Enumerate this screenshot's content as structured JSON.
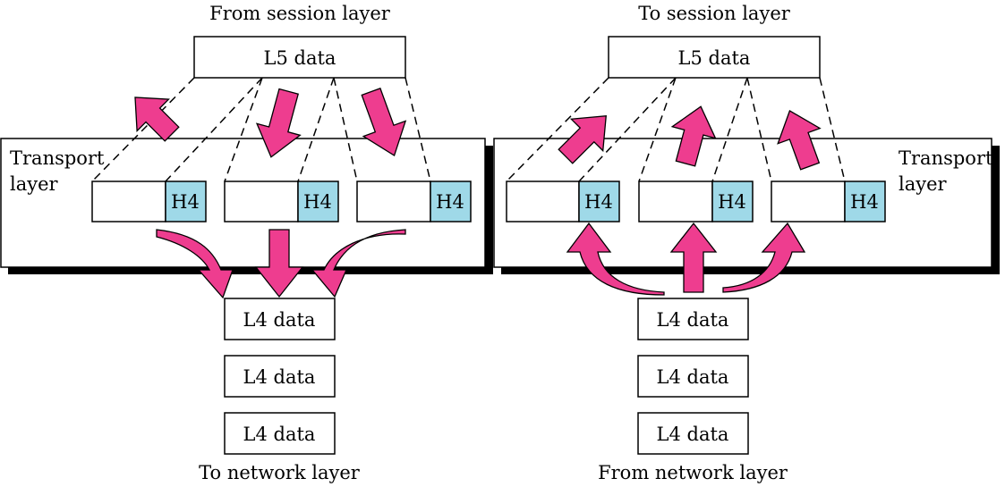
{
  "sender": {
    "top_label": "From session layer",
    "bottom_label": "To network layer",
    "l5_box": "L5 data",
    "layer_label_line1": "Transport",
    "layer_label_line2": "layer",
    "segments": [
      "H4",
      "H4",
      "H4"
    ],
    "packets": [
      "L4 data",
      "L4 data",
      "L4 data"
    ]
  },
  "receiver": {
    "top_label": "To session layer",
    "bottom_label": "From network layer",
    "l5_box": "L5 data",
    "layer_label_line1": "Transport",
    "layer_label_line2": "layer",
    "segments": [
      "H4",
      "H4",
      "H4"
    ],
    "packets": [
      "L4 data",
      "L4 data",
      "L4 data"
    ]
  },
  "colors": {
    "arrow": "#ee3d8f",
    "header": "#9fd9e8"
  }
}
